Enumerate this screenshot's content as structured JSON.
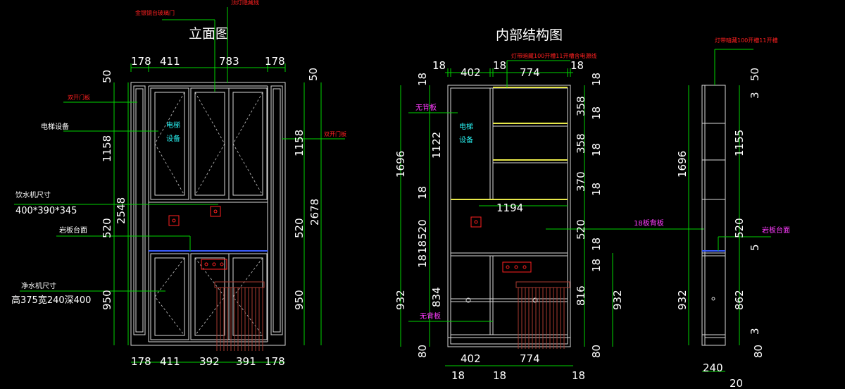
{
  "titles": {
    "elevation": "立面图",
    "structure": "内部结构图"
  },
  "elevation": {
    "top_dims": [
      "178",
      "411",
      "783",
      "178"
    ],
    "bottom_dims": [
      "178",
      "411",
      "392",
      "391",
      "178"
    ],
    "left_dims": [
      "50",
      "1158",
      "520",
      "2548",
      "950"
    ],
    "right_dims": [
      "50",
      "1158",
      "520",
      "950",
      "2678"
    ],
    "notes": {
      "glass_door": "金银镜台玻璃门",
      "top_marker": "顶灯隐藏线",
      "left_door": "双开门板",
      "right_door": "双开门板",
      "equipment_label": "电梯设备",
      "cabinet_label_line1": "电梯",
      "cabinet_label_line2": "设备",
      "dispenser_label": "饮水机尺寸",
      "dispenser_size": "400*390*345",
      "rock_counter": "岩板台面",
      "purifier_label": "净水机尺寸",
      "purifier_size": "高375宽240深400"
    }
  },
  "structure": {
    "top_dims": [
      "18",
      "402",
      "18",
      "774",
      "18"
    ],
    "bottom_dims": [
      "402",
      "774",
      "18",
      "18",
      "18"
    ],
    "shelf_width": "1194",
    "left_dims": [
      "18",
      "1122",
      "1696",
      "18",
      "520",
      "18",
      "18",
      "834",
      "932",
      "80"
    ],
    "right_dims": [
      "18",
      "358",
      "18",
      "358",
      "18",
      "370",
      "18",
      "520",
      "18",
      "18",
      "816",
      "80"
    ],
    "right_932": "932",
    "notes": {
      "led_strip": "灯带暗藏100开槽11开槽含电源线",
      "no_back": "无背板",
      "no_back_bottom": "无背板",
      "cabinet_label_line1": "电梯",
      "cabinet_label_line2": "设备",
      "panel_18": "18板背板"
    }
  },
  "side": {
    "note_led": "灯带暗藏100开槽11开槽",
    "rock_counter": "岩板台面",
    "left_dims": [
      "1696",
      "932"
    ],
    "right_dims": [
      "50",
      "3",
      "1155",
      "520",
      "5",
      "862",
      "3",
      "80"
    ],
    "bottom_dims": [
      "240",
      "20"
    ]
  },
  "colors": {
    "background": "#000000",
    "dimension": "#00ff00",
    "note": "#ff2020",
    "cyan": "#29f0f0",
    "yellow": "#e8e84a",
    "magenta": "#ff3cff"
  }
}
